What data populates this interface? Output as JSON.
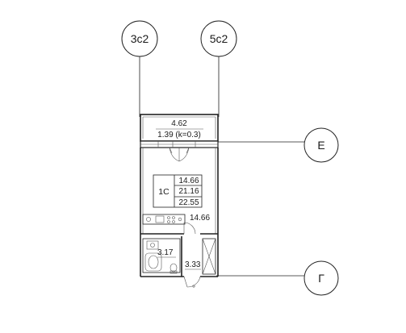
{
  "axes": {
    "col_a": "3с2",
    "col_b": "5с2",
    "row_e": "Е",
    "row_g": "Г"
  },
  "balcony": {
    "length": "4.62",
    "area": "1.39 (k=0.3)"
  },
  "apartment": {
    "type": "1С",
    "living_area": "14.66",
    "total_area": "21.16",
    "total_with_balcony": "22.55"
  },
  "rooms": {
    "kitchen_living": "14.66",
    "bathroom": "3.17",
    "hallway": "3.33"
  }
}
